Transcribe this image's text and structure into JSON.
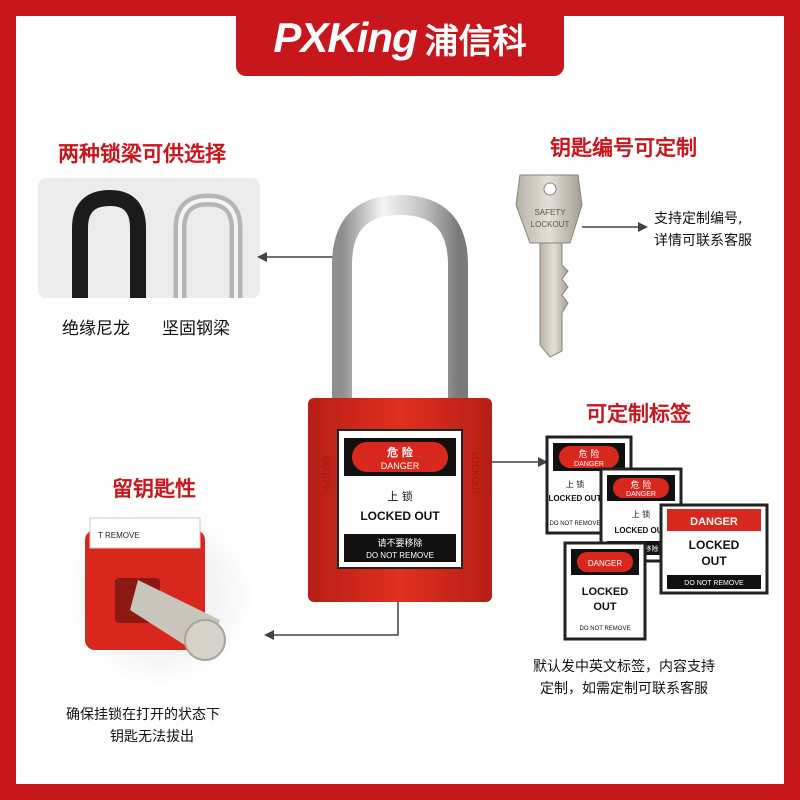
{
  "header": {
    "brand": "PXKing",
    "brand_cn": "浦信科"
  },
  "left": {
    "shackle_title": "两种锁梁可供选择",
    "nylon_label": "绝缘尼龙",
    "steel_label": "坚固钢梁",
    "key_retain_title": "留钥匙性",
    "key_retain_desc_1": "确保挂锁在打开的状态下",
    "key_retain_desc_2": "钥匙无法拔出",
    "closeup_tag_text": "T REMOVE"
  },
  "right": {
    "key_title": "钥匙编号可定制",
    "key_desc_1": "支持定制编号,",
    "key_desc_2": "详情可联系客服",
    "key_engrave_1": "SAFETY",
    "key_engrave_2": "LOCKOUT",
    "label_title": "可定制标签",
    "label_desc_1": "默认发中英文标签，内容支持",
    "label_desc_2": "定制，如需定制可联系客服"
  },
  "padlock": {
    "danger_cn": "危 险",
    "danger_en": "DANGER",
    "locked_cn": "上 锁",
    "locked_en": "LOCKED OUT",
    "remove_cn": "请不要移除",
    "remove_en": "DO NOT REMOVE",
    "side_left": "SAFETY",
    "side_right": "LOCKOUT"
  },
  "tags": {
    "t1_cn": "危 险",
    "t1_en": "DANGER",
    "t1_lock_cn": "上 锁",
    "t1_lock_en": "LOCKED OUT",
    "t1_rm": "DO NOT REMOVE",
    "t2_cn": "危 险",
    "t2_en": "DANGER",
    "t2_lock_cn": "上 锁",
    "t2_lock_en": "LOCKED OUT",
    "t2_rm_cn": "请不要移除",
    "t3_en": "DANGER",
    "t3_l1": "LOCKED",
    "t3_l2": "OUT",
    "t3_rm": "DO NOT REMOVE",
    "t4_en": "DANGER",
    "t4_l1": "LOCKED",
    "t4_l2": "OUT",
    "t4_rm": "DO NOT REMOVE"
  },
  "colors": {
    "brand_red": "#c8161d",
    "lock_red": "#d8281e"
  }
}
